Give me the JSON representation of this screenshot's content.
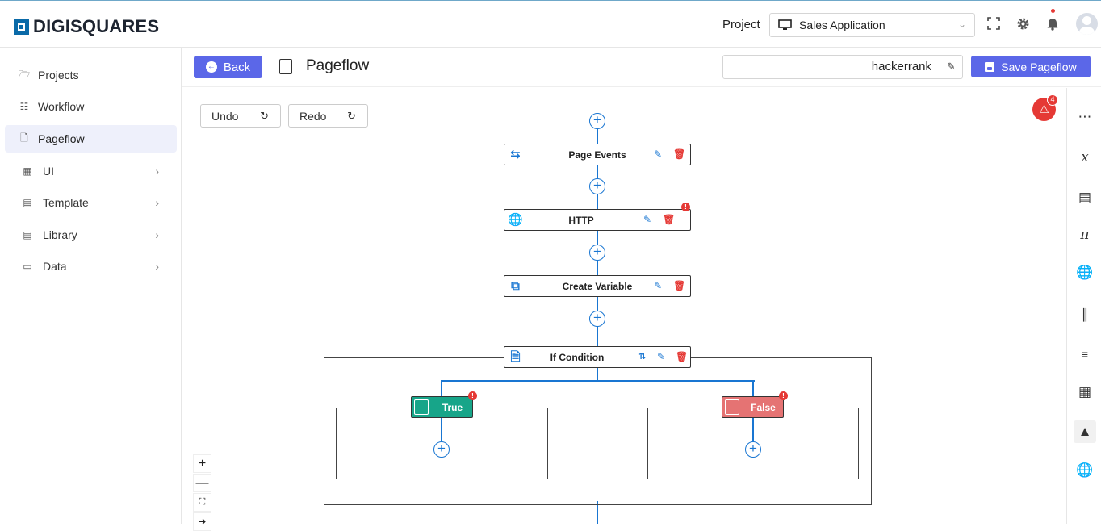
{
  "brand": {
    "name": "DIGISQUARES"
  },
  "header": {
    "project_label": "Project",
    "project_value": "Sales Application",
    "icons": [
      "monitor-icon",
      "fullscreen-icon",
      "gear-icon",
      "bell-icon",
      "avatar"
    ]
  },
  "sidebar": {
    "items": [
      {
        "label": "Projects",
        "icon": "folder-icon",
        "active": false,
        "expandable": false
      },
      {
        "label": "Workflow",
        "icon": "workflow-icon",
        "active": false,
        "expandable": false
      },
      {
        "label": "Pageflow",
        "icon": "pageflow-icon",
        "active": true,
        "expandable": false
      },
      {
        "label": "UI",
        "icon": "ui-icon",
        "active": false,
        "expandable": true
      },
      {
        "label": "Template",
        "icon": "template-icon",
        "active": false,
        "expandable": true
      },
      {
        "label": "Library",
        "icon": "library-icon",
        "active": false,
        "expandable": true
      },
      {
        "label": "Data",
        "icon": "data-icon",
        "active": false,
        "expandable": true
      }
    ]
  },
  "toolbar": {
    "back_label": "Back",
    "title": "Pageflow",
    "flow_name": "hackerrank",
    "save_label": "Save Pageflow"
  },
  "canvas": {
    "undo_label": "Undo",
    "redo_label": "Redo",
    "alert_count": "4",
    "nodes": [
      {
        "label": "Page Events",
        "icon": "page-events-icon",
        "has_error": false
      },
      {
        "label": "HTTP",
        "icon": "globe-icon",
        "has_error": true
      },
      {
        "label": "Create Variable",
        "icon": "variable-icon",
        "has_error": false
      },
      {
        "label": "If Condition",
        "icon": "condition-icon",
        "has_error": false
      }
    ],
    "branches": [
      {
        "label": "True",
        "color": "#17a589",
        "has_error": true
      },
      {
        "label": "False",
        "color": "#e57373",
        "has_error": true
      }
    ],
    "zoom_controls": [
      "+",
      "—",
      "fit",
      "arrow"
    ]
  },
  "right_toolbar": {
    "icons": [
      "grid-icon",
      "function-icon",
      "book-icon",
      "pi-icon",
      "web-settings-icon",
      "sliders-icon",
      "ordered-list-icon",
      "building-icon",
      "paint-roller-icon",
      "globe-icon"
    ]
  },
  "colors": {
    "accent": "#5b67e8",
    "flow": "#1976d2",
    "error": "#e53935",
    "true": "#17a589",
    "false": "#e57373"
  }
}
